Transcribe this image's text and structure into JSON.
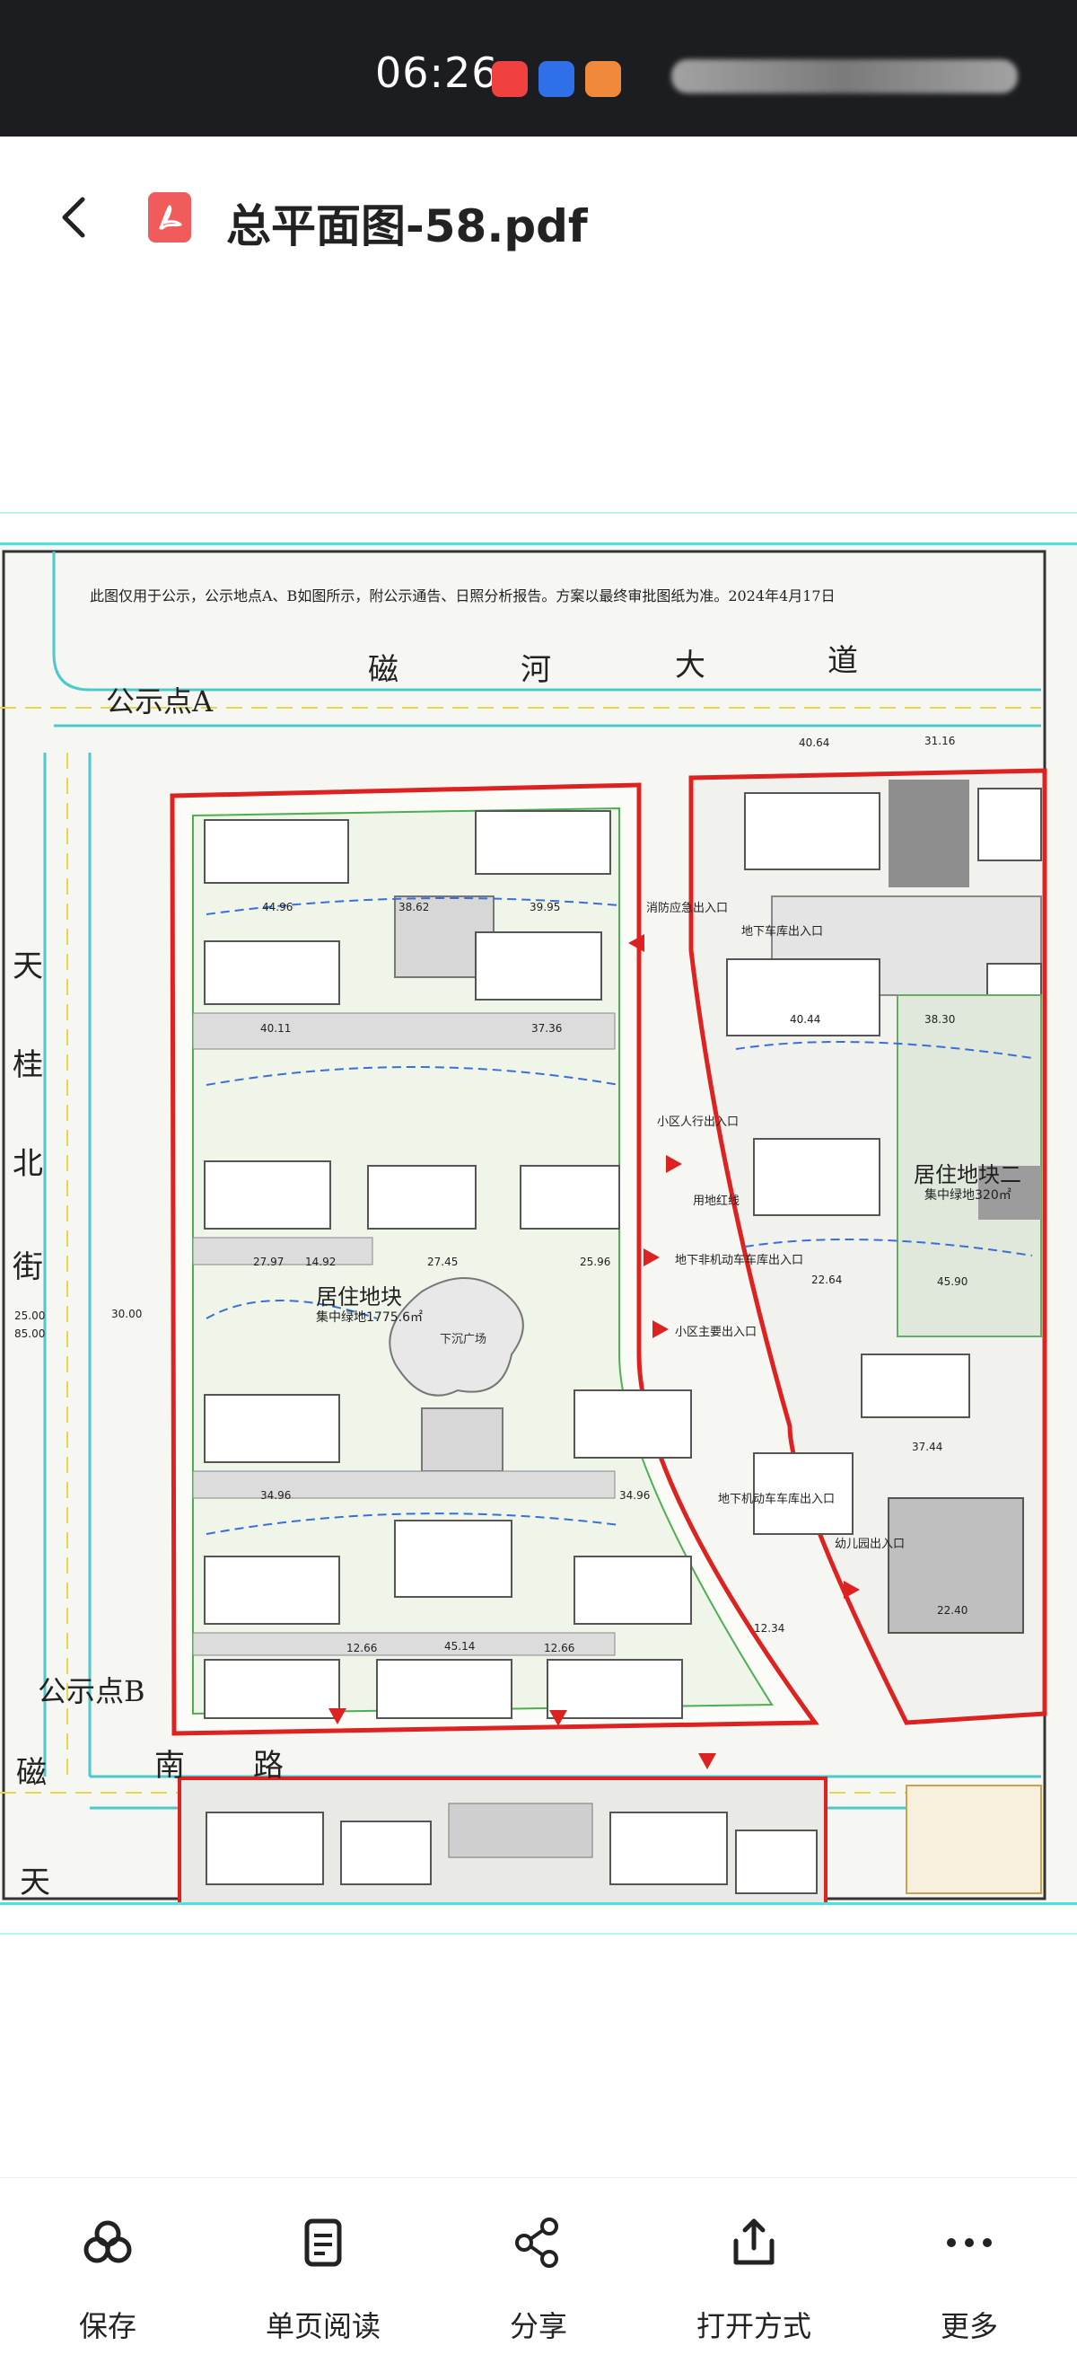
{
  "status_bar": {
    "time": "06:26"
  },
  "title_bar": {
    "file_name": "总平面图-58.pdf"
  },
  "document": {
    "note": "此图仅用于公示，公示地点A、B如图所示，附公示通告、日照分析报告。方案以最终审批图纸为准。2024年4月17日",
    "roads": {
      "north": [
        "磁",
        "河",
        "大",
        "道"
      ],
      "south": [
        "磁",
        "南",
        "路"
      ],
      "west": [
        "天",
        "桂",
        "北",
        "街"
      ],
      "west_bottom": [
        "磁",
        "天"
      ]
    },
    "labels": {
      "point_a": "公示点A",
      "point_b": "公示点B",
      "plot_1": "居住地块",
      "plot_2": "居住地块二",
      "green_1": "集中绿地1775.6㎡",
      "green_2": "集中绿地320㎡",
      "plaza": "下沉广场",
      "entrance_1": "地下车库出入口",
      "entrance_2": "小区人行出入口",
      "entrance_3": "地下非机动车车库出入口",
      "entrance_4": "小区主要出入口",
      "entrance_5": "地下机动车车库出入口",
      "entrance_6": "幼儿园出入口",
      "entrance_7": "消防应急出入口",
      "red_line": "用地红线"
    },
    "dims": [
      "44.96",
      "38.62",
      "39.95",
      "40.11",
      "37.36",
      "27.97",
      "14.92",
      "27.45",
      "25.96",
      "34.96",
      "34.96",
      "45.14",
      "12.66",
      "12.66",
      "30.00",
      "25.00",
      "85.00",
      "40.64",
      "31.16",
      "40.44",
      "38.30",
      "22.64",
      "45.90",
      "37.44",
      "22.40",
      "12.34"
    ]
  },
  "toolbar": {
    "items": [
      {
        "label": "保存",
        "icon": "save-cloud-icon"
      },
      {
        "label": "单页阅读",
        "icon": "document-icon"
      },
      {
        "label": "分享",
        "icon": "share-icon"
      },
      {
        "label": "打开方式",
        "icon": "open-with-icon"
      },
      {
        "label": "更多",
        "icon": "more-icon"
      }
    ]
  }
}
